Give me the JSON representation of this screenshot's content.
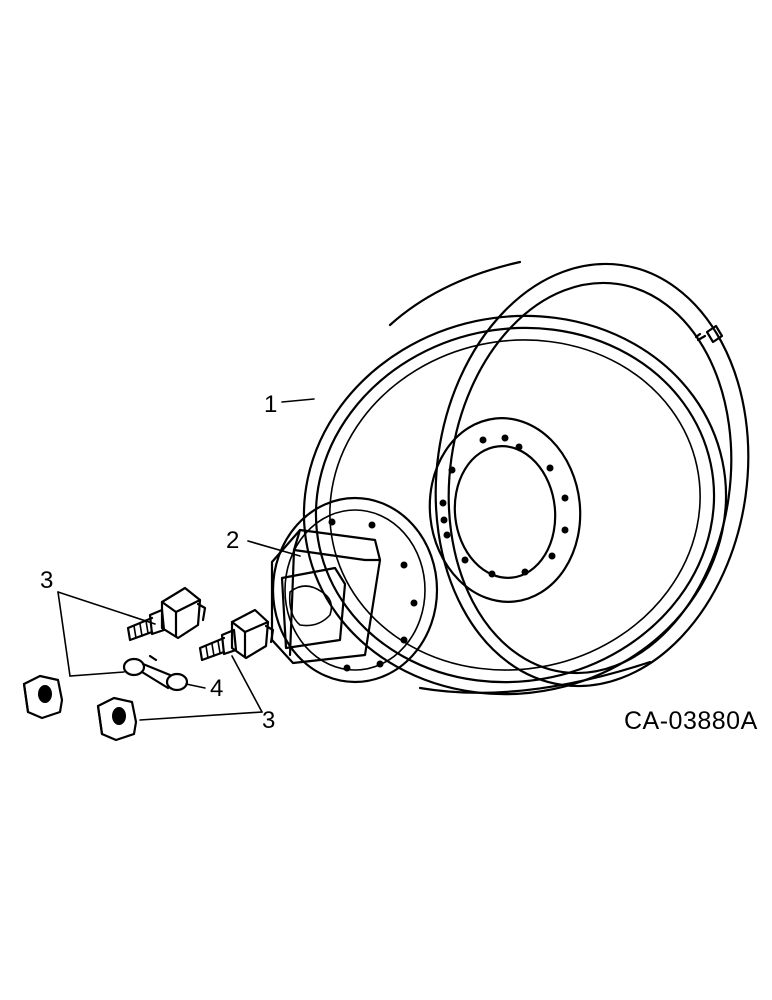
{
  "callouts": {
    "item1": "1",
    "item2": "2",
    "item3a": "3",
    "item3b": "3",
    "item4": "4"
  },
  "figure_code": "CA-03880A"
}
